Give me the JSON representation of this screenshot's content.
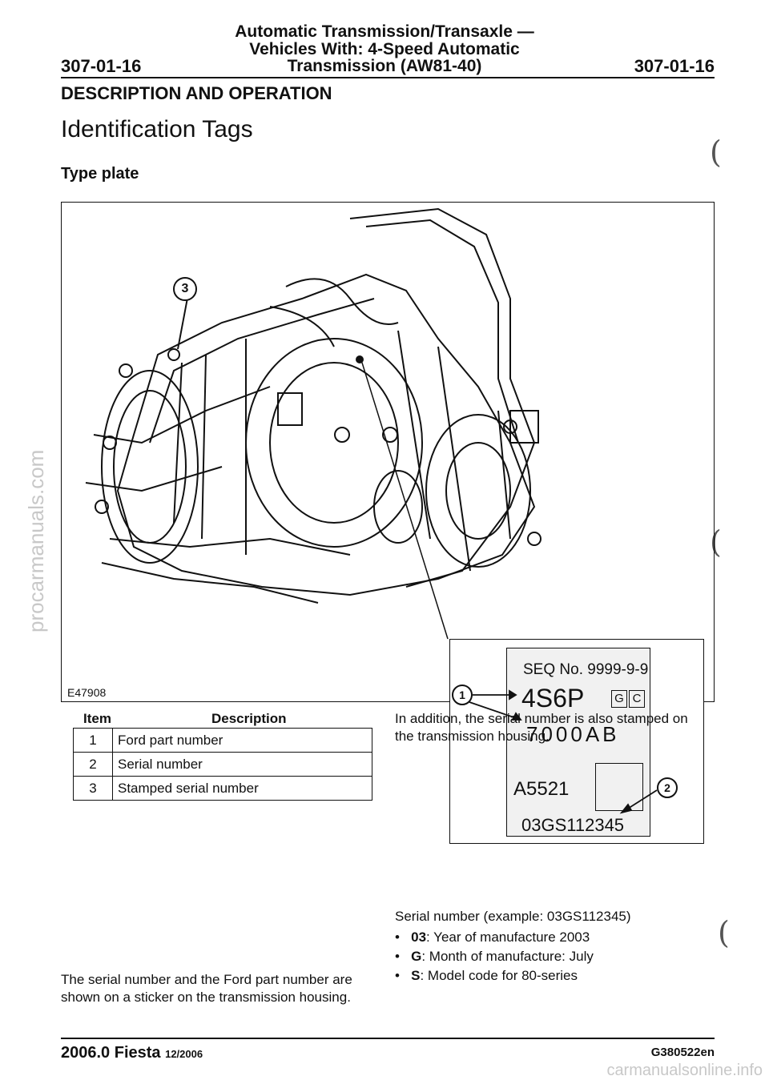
{
  "header": {
    "title_line1": "Automatic Transmission/Transaxle —",
    "title_line2": "Vehicles With: 4-Speed Automatic",
    "title_line3": "Transmission (AW81-40)",
    "page_number_left": "307-01-16",
    "page_number_right": "307-01-16"
  },
  "section": "DESCRIPTION AND OPERATION",
  "page_title": "Identification Tags",
  "subheading": "Type plate",
  "figure": {
    "id": "E47908",
    "callouts": [
      "1",
      "2",
      "3"
    ],
    "plate": {
      "line1": "SEQ No. 9999-9-9",
      "line2": "4S6P",
      "box1": "G",
      "box2": "C",
      "line3": "7000AB",
      "line4": "A5521",
      "line5": "03GS112345"
    }
  },
  "item_table": {
    "col_item": "Item",
    "col_description": "Description",
    "rows": [
      {
        "item": "1",
        "description": "Ford part number"
      },
      {
        "item": "2",
        "description": "Serial number"
      },
      {
        "item": "3",
        "description": "Stamped serial number"
      }
    ]
  },
  "left_paragraph": {
    "line1": "The serial number and the Ford part number are",
    "line2": "shown on a sticker on the transmission housing."
  },
  "right_column": {
    "intro_line1": "In addition, the serial number is also stamped on",
    "intro_line2": "the transmission housing.",
    "example": "Serial number (example: 03GS112345)",
    "bullets": [
      {
        "code": "03",
        "text": ": Year of manufacture 2003"
      },
      {
        "code": "G",
        "text": ": Month of manufacture: July"
      },
      {
        "code": "S",
        "text": ": Model code for 80-series"
      }
    ]
  },
  "footer": {
    "model": "2006.0 Fiesta",
    "date": "12/2006",
    "code": "G380522en"
  },
  "watermarks": {
    "side": "procarmanuals.com",
    "bottom": "carmanualsonline.info"
  }
}
